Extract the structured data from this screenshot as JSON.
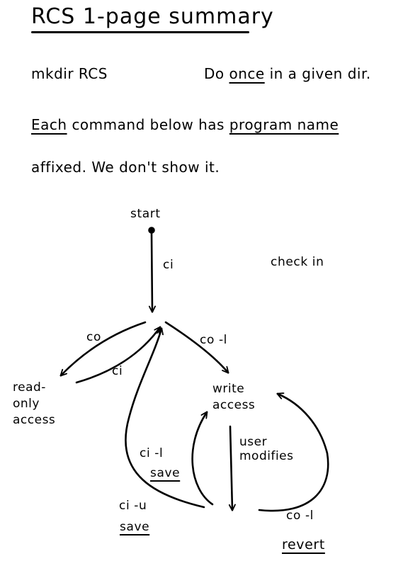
{
  "title": "RCS 1-page summary",
  "line1": {
    "command": "mkdir RCS",
    "note_prefix": "Do",
    "note_emph": "once",
    "note_suffix": "in a given dir."
  },
  "line2": {
    "word_emph": "Each",
    "middle": "command below has",
    "tail_emph": "program name",
    "continuation": "affixed. We don't show it."
  },
  "diagram": {
    "start": "start",
    "ci": "ci",
    "check_in": "check in",
    "co": "co",
    "ci_back": "ci",
    "co_l": "co -l",
    "read_only": [
      "read-",
      "only",
      "access"
    ],
    "write_access": [
      "write",
      "access"
    ],
    "user_modifies": [
      "user",
      "modifies"
    ],
    "ci_l": "ci -l",
    "ci_l_save": "save",
    "ci_u": "ci -u",
    "ci_u_save": "save",
    "co_l_revert": "co -l",
    "revert": "revert"
  }
}
